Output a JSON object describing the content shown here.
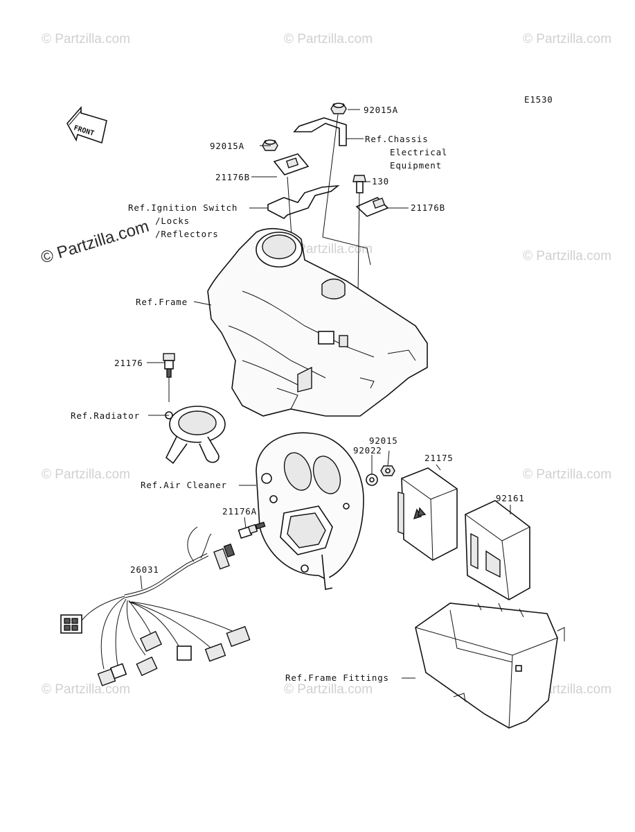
{
  "diagram_code": "E1530",
  "front_arrow_label": "FRONT",
  "watermark": "© Partzilla.com",
  "callouts": {
    "p92015A_top": "92015A",
    "ref_chassis_1": "Ref.Chassis",
    "ref_chassis_2": "Electrical",
    "ref_chassis_3": "Equipment",
    "p92015A_left": "92015A",
    "p21176B_left": "21176B",
    "p130": "130",
    "p21176B_right": "21176B",
    "ref_ignition_1": "Ref.Ignition Switch",
    "ref_ignition_2": "/Locks",
    "ref_ignition_3": "/Reflectors",
    "ref_frame": "Ref.Frame",
    "p21176": "21176",
    "ref_radiator": "Ref.Radiator",
    "p92015": "92015",
    "p92022": "92022",
    "p21175": "21175",
    "ref_air_cleaner": "Ref.Air Cleaner",
    "p92161": "92161",
    "p21176A": "21176A",
    "p26031": "26031",
    "ref_frame_fittings": "Ref.Frame Fittings"
  }
}
